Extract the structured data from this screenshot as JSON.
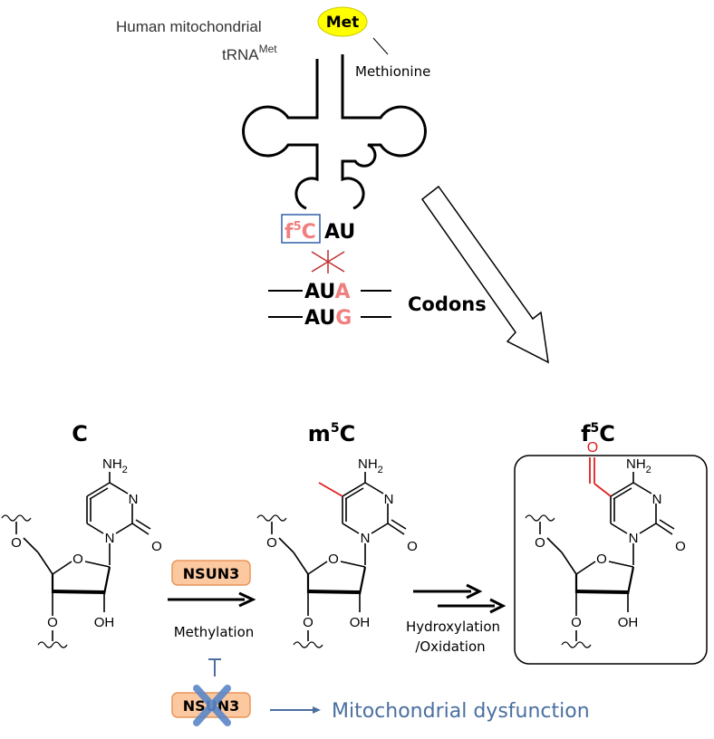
{
  "header": {
    "line1": "Human mitochondrial",
    "trna": "tRNA",
    "trna_sup": "Met"
  },
  "met_badge": "Met",
  "methionine_label": "Methionine",
  "anticodon": {
    "modified": "f",
    "modified_sup": "5",
    "modified_base": "C",
    "rest": "AU"
  },
  "codons": {
    "label": "Codons",
    "rows": [
      {
        "prefix": "AU",
        "last": "A"
      },
      {
        "prefix": "AU",
        "last": "G"
      }
    ]
  },
  "structures": [
    {
      "title": "C",
      "title_sup": ""
    },
    {
      "title": "m",
      "title_sup": "5",
      "title_suffix": "C"
    },
    {
      "title": "f",
      "title_sup": "5",
      "title_suffix": "C"
    }
  ],
  "atoms": {
    "nh2": "NH",
    "nh2_sub": "2",
    "n": "N",
    "o": "O",
    "oh": "OH"
  },
  "enzyme": "NSUN3",
  "enzyme_crossed": "NSUN3",
  "step1_label": "Methylation",
  "step2_label_line1": "Hydroxylation",
  "step2_label_line2": "/Oxidation",
  "outcome": "Mitochondrial dysfunction",
  "colors": {
    "met_yellow": "#ffff00",
    "pink": "#f08080",
    "red": "#e02020",
    "box_blue": "#3060a8",
    "enzyme_fill": "#fcc8a0",
    "enzyme_border": "#e8955a",
    "cross_blue": "#5b87c8",
    "outcome_blue": "#4a6fa0"
  }
}
